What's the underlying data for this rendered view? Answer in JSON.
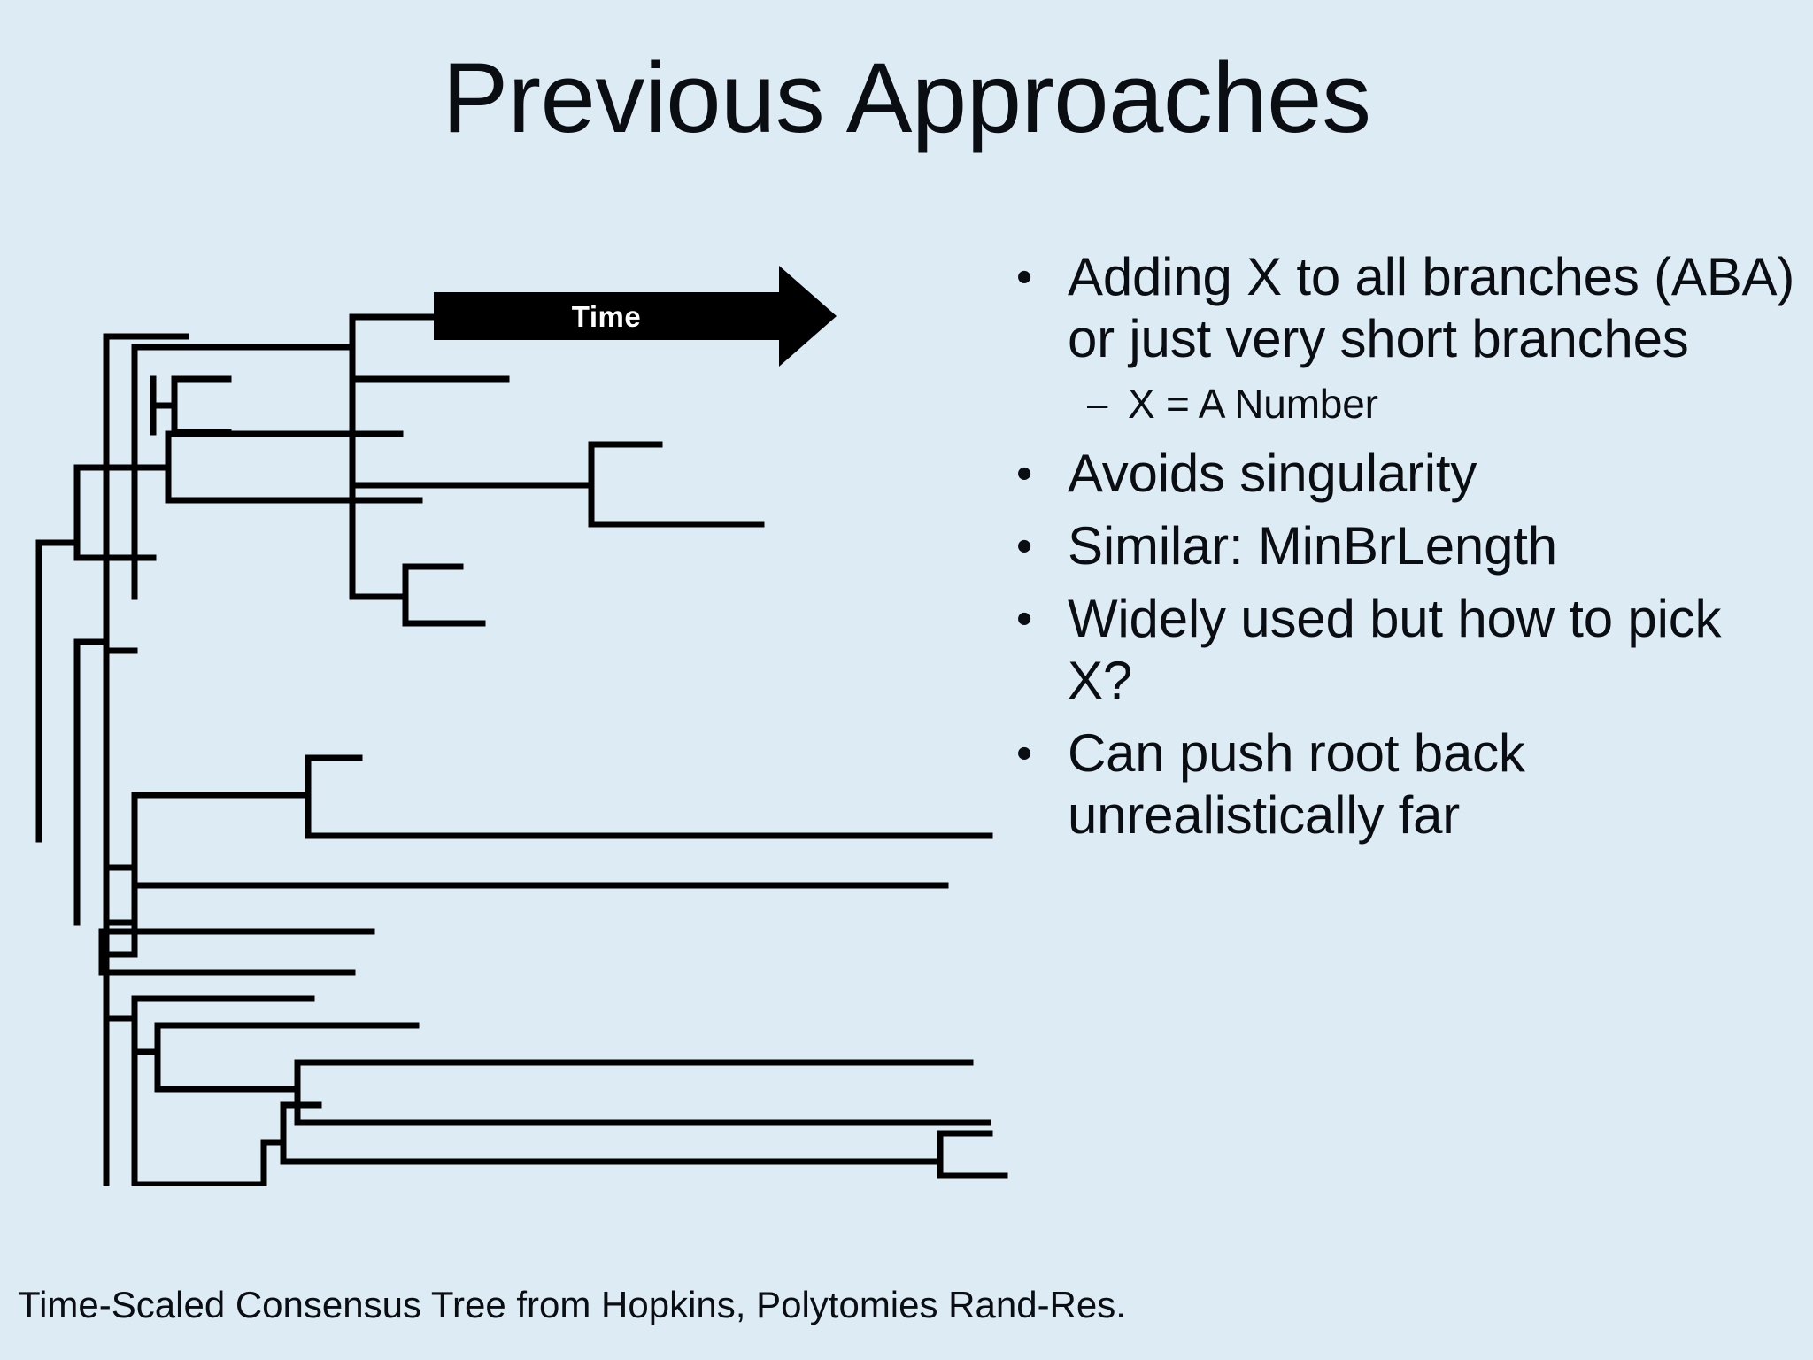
{
  "slide": {
    "title": "Previous Approaches",
    "background_color": "#dcebf4",
    "text_color": "#0a0e12"
  },
  "time_arrow": {
    "label": "Time",
    "fill_color": "#000000",
    "label_color": "#ffffff",
    "direction": "right"
  },
  "bullets": [
    {
      "level": 1,
      "marker": "•",
      "text": "Adding X to all branches (ABA) or just very short branches"
    },
    {
      "level": 2,
      "marker": "–",
      "text": "X = A Number"
    },
    {
      "level": 1,
      "marker": "•",
      "text": "Avoids singularity"
    },
    {
      "level": 1,
      "marker": "•",
      "text": "Similar: MinBrLength"
    },
    {
      "level": 1,
      "marker": "•",
      "text": "Widely used but how to pick X?"
    },
    {
      "level": 1,
      "marker": "•",
      "text": "Can push root back unrealistically far"
    }
  ],
  "footer": {
    "caption": "Time-Scaled Consensus Tree from Hopkins, Polytomies Rand-Res."
  },
  "chart_data": {
    "type": "tree",
    "title": "Time-Scaled Consensus Tree",
    "orientation": "left-to-right",
    "xlabel": "Time",
    "stroke_color": "#000000",
    "stroke_width": 7,
    "note": "Rectangular cladogram; x = time (increasing rightward), y = taxon ordering. Coordinates are in tree-panel pixel space.",
    "horizontal_branches": [
      [
        44,
        333,
        87
      ],
      [
        87,
        248,
        190
      ],
      [
        190,
        210,
        452
      ],
      [
        190,
        285,
        474
      ],
      [
        87,
        350,
        173
      ],
      [
        173,
        178,
        197
      ],
      [
        197,
        148,
        258
      ],
      [
        197,
        208,
        258
      ],
      [
        87,
        445,
        120
      ],
      [
        120,
        100,
        210
      ],
      [
        120,
        455,
        152
      ],
      [
        152,
        112,
        398
      ],
      [
        398,
        78,
        530
      ],
      [
        398,
        148,
        572
      ],
      [
        398,
        268,
        668
      ],
      [
        668,
        222,
        745
      ],
      [
        668,
        312,
        860
      ],
      [
        398,
        394,
        458
      ],
      [
        458,
        360,
        520
      ],
      [
        458,
        424,
        545
      ],
      [
        120,
        700,
        152
      ],
      [
        152,
        618,
        348
      ],
      [
        348,
        576,
        406
      ],
      [
        348,
        664,
        1118
      ],
      [
        120,
        762,
        152
      ],
      [
        152,
        720,
        1068
      ],
      [
        152,
        798,
        115
      ],
      [
        115,
        772,
        420
      ],
      [
        115,
        818,
        398
      ],
      [
        120,
        870,
        152
      ],
      [
        152,
        848,
        352
      ],
      [
        152,
        908,
        178
      ],
      [
        178,
        878,
        470
      ],
      [
        178,
        950,
        336
      ],
      [
        336,
        920,
        1096
      ],
      [
        336,
        988,
        1116
      ],
      [
        152,
        1058,
        298
      ],
      [
        298,
        1010,
        320
      ],
      [
        320,
        968,
        360
      ],
      [
        320,
        1032,
        1062
      ],
      [
        1062,
        1000,
        1118
      ],
      [
        1062,
        1048,
        1135
      ],
      [
        298,
        1102,
        330
      ],
      [
        330,
        1080,
        442
      ],
      [
        330,
        1122,
        352
      ],
      [
        298,
        1184,
        808
      ],
      [
        808,
        1158,
        940
      ],
      [
        808,
        1210,
        1072
      ]
    ],
    "vertical_branches": [
      [
        44,
        333,
        668
      ],
      [
        87,
        248,
        350
      ],
      [
        190,
        210,
        285
      ],
      [
        173,
        148,
        208
      ],
      [
        197,
        148,
        208
      ],
      [
        87,
        445,
        762
      ],
      [
        120,
        100,
        1184
      ],
      [
        152,
        112,
        394
      ],
      [
        398,
        78,
        394
      ],
      [
        668,
        222,
        312
      ],
      [
        458,
        360,
        424
      ],
      [
        152,
        618,
        798
      ],
      [
        348,
        576,
        664
      ],
      [
        115,
        772,
        818
      ],
      [
        152,
        848,
        1058
      ],
      [
        178,
        878,
        950
      ],
      [
        336,
        920,
        988
      ],
      [
        298,
        1010,
        1184
      ],
      [
        320,
        968,
        1032
      ],
      [
        1062,
        1000,
        1048
      ],
      [
        330,
        1080,
        1122
      ],
      [
        808,
        1158,
        1210
      ]
    ]
  }
}
